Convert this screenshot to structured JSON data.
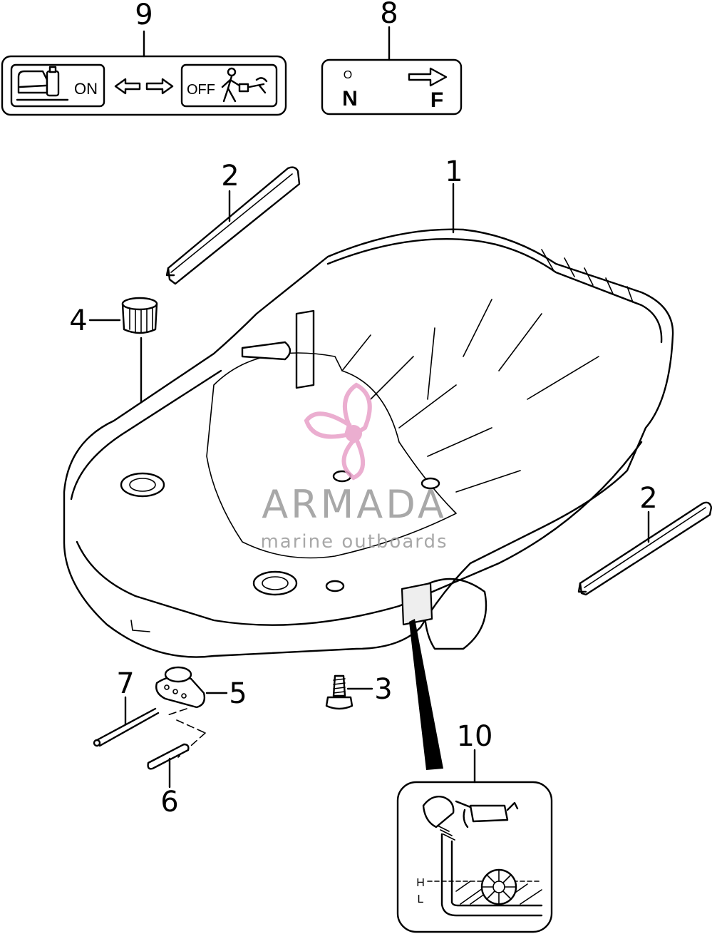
{
  "callouts": {
    "c1": "1",
    "c2a": "2",
    "c2b": "2",
    "c3": "3",
    "c4": "4",
    "c5": "5",
    "c6": "6",
    "c7": "7",
    "c8": "8",
    "c9": "9",
    "c10": "10"
  },
  "decal_9": {
    "on": "ON",
    "off": "OFF"
  },
  "decal_8": {
    "neutral_small": "O",
    "neutral": "N",
    "forward": "F"
  },
  "decal_10": {
    "high": "H",
    "low": "L"
  },
  "watermark": {
    "brand": "ARMADA",
    "tagline": "marine outboards"
  },
  "colors": {
    "line": "#000000",
    "watermark_pink": "#e8a0c8",
    "watermark_gray": "#999999"
  }
}
